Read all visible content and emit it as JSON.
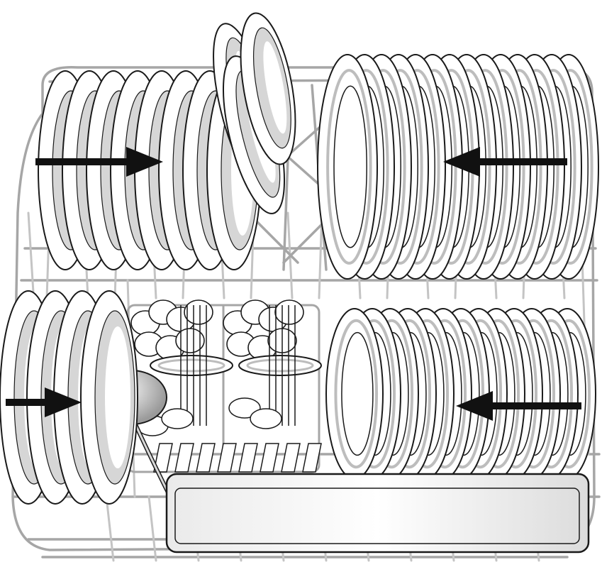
{
  "figure": {
    "subject": "dishwasher-lower-basket",
    "palette": {
      "background": "#ffffff",
      "wire": "#a6a6a6",
      "wire_light": "#c4c4c4",
      "outline": "#1a1a1a",
      "fill": "#ffffff",
      "rim_shade": "#bdbdbd",
      "inner_shade": "#d6d6d6",
      "arrow": "#111111"
    },
    "arrows": [
      {
        "id": "arrow-top-left",
        "direction": "right"
      },
      {
        "id": "arrow-top-right",
        "direction": "left"
      },
      {
        "id": "arrow-bottom-left",
        "direction": "right"
      },
      {
        "id": "arrow-bottom-right",
        "direction": "left"
      }
    ],
    "stacks": [
      {
        "id": "soup-plates-top-left",
        "count": 8
      },
      {
        "id": "dinner-plates-top-right",
        "count": 14
      },
      {
        "id": "dinner-plates-bottom-right",
        "count": 13
      },
      {
        "id": "soup-plates-bottom-left",
        "count": 4
      }
    ]
  }
}
